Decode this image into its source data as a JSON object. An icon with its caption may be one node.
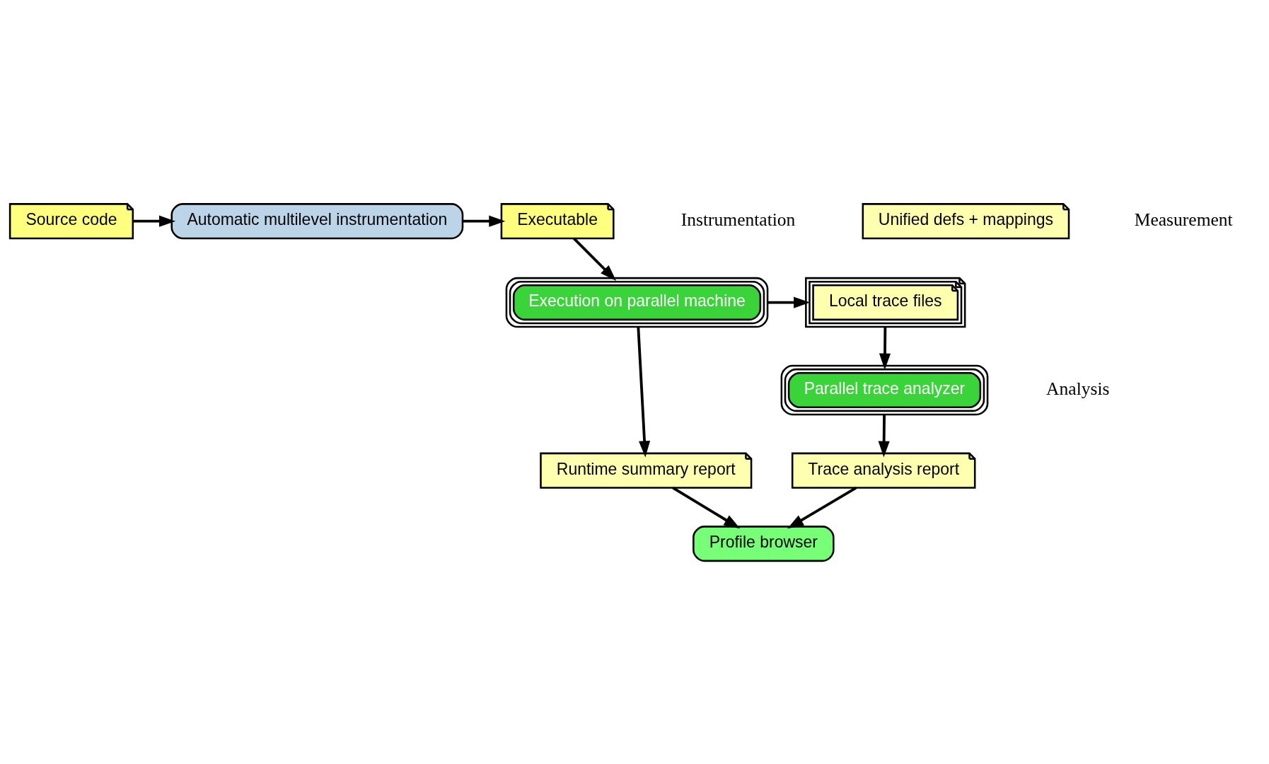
{
  "diagram": {
    "nodes": [
      {
        "text": [
          "Source code"
        ]
      },
      {
        "text": [
          "Automatic multilevel instrumentation"
        ]
      },
      {
        "text": [
          "Executable"
        ]
      },
      {
        "text": [
          "Unified defs + mappings"
        ]
      },
      {
        "text": [
          "Execution on parallel machine"
        ]
      },
      {
        "text": [
          "Local trace files"
        ]
      },
      {
        "text": [
          "Parallel trace analyzer"
        ]
      },
      {
        "text": [
          "Runtime summary report"
        ]
      },
      {
        "text": [
          "Trace analysis report"
        ]
      },
      {
        "text": [
          "Profile browser"
        ]
      }
    ],
    "edges": [
      {
        "from": 0,
        "to": 1,
        "arrow": "to"
      },
      {
        "from": 1,
        "to": 2,
        "arrow": "to"
      },
      {
        "from": 2,
        "to": 4,
        "arrow": "to"
      },
      {
        "from": 4,
        "to": 5,
        "arrow": "to"
      },
      {
        "from": 5,
        "to": 6,
        "arrow": "to"
      },
      {
        "from": 4,
        "to": 7,
        "arrow": "to"
      },
      {
        "from": 6,
        "to": 8,
        "arrow": "to"
      },
      {
        "from": 7,
        "to": 9,
        "arrow": "to"
      },
      {
        "from": 8,
        "to": 9,
        "arrow": "to"
      }
    ],
    "labels": [
      "Instrumentation",
      "Measurement",
      "Analysis"
    ]
  }
}
